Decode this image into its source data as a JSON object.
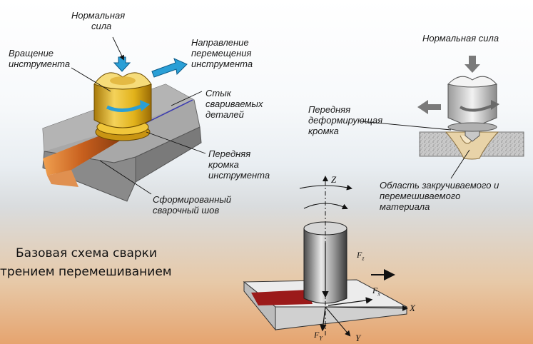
{
  "caption": {
    "line1": "Базовая схема сварки",
    "line2": "трением перемешиванием"
  },
  "left_diagram": {
    "normal_force": [
      "Нормальная",
      "сила"
    ],
    "rotation": [
      "Вращение",
      "инструмента"
    ],
    "direction": [
      "Направление",
      "перемещения",
      "инструмента"
    ],
    "joint": [
      "Стык",
      "свариваемых",
      "деталей"
    ],
    "leading_edge": [
      "Передняя",
      "кромка",
      "инструмента"
    ],
    "weld_seam": [
      "Сформированный",
      "сварочный шов"
    ]
  },
  "right_diagram": {
    "normal_force": "Нормальная сила",
    "deforming_edge": [
      "Передняя",
      "деформирующая",
      "кромка"
    ],
    "stir_zone": [
      "Область закручиваемого и",
      "перемешиваемого",
      "материала"
    ]
  },
  "bottom_diagram": {
    "axis_z": "Z",
    "axis_x": "X",
    "axis_y": "Y",
    "force_z": "F",
    "force_z_sub": "z",
    "force_x": "F",
    "force_x_sub": "x",
    "force_y": "F",
    "force_y_sub": "Y"
  },
  "colors": {
    "tool_gold": "#e2b21a",
    "plate_gray": "#9c9c9c",
    "weld_orange": "#c8601e",
    "arrow_blue": "#2a9fd6",
    "weld_red": "#9b1a1a"
  }
}
